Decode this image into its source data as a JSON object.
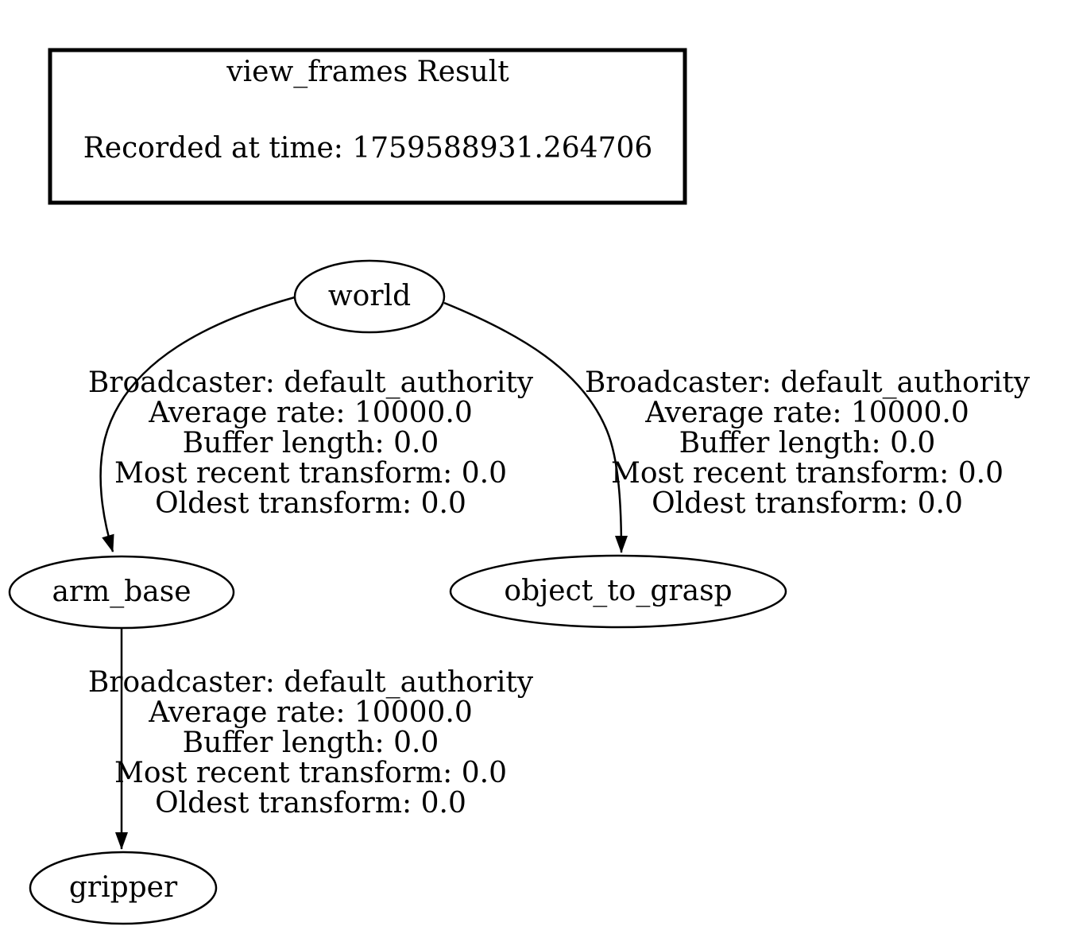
{
  "result_box": {
    "title": "view_frames Result",
    "recorded_line": "Recorded at time: 1759588931.264706"
  },
  "nodes": {
    "world": "world",
    "arm_base": "arm_base",
    "object_to_grasp": "object_to_grasp",
    "gripper": "gripper"
  },
  "edge_labels": {
    "world_to_arm_base": {
      "lines": [
        "Broadcaster: default_authority",
        "Average rate: 10000.0",
        "Buffer length: 0.0",
        "Most recent transform: 0.0",
        "Oldest transform: 0.0"
      ]
    },
    "world_to_object_to_grasp": {
      "lines": [
        "Broadcaster: default_authority",
        "Average rate: 10000.0",
        "Buffer length: 0.0",
        "Most recent transform: 0.0",
        "Oldest transform: 0.0"
      ]
    },
    "arm_base_to_gripper": {
      "lines": [
        "Broadcaster: default_authority",
        "Average rate: 10000.0",
        "Buffer length: 0.0",
        "Most recent transform: 0.0",
        "Oldest transform: 0.0"
      ]
    }
  },
  "colors": {
    "foreground": "#000000",
    "background": "#ffffff"
  }
}
